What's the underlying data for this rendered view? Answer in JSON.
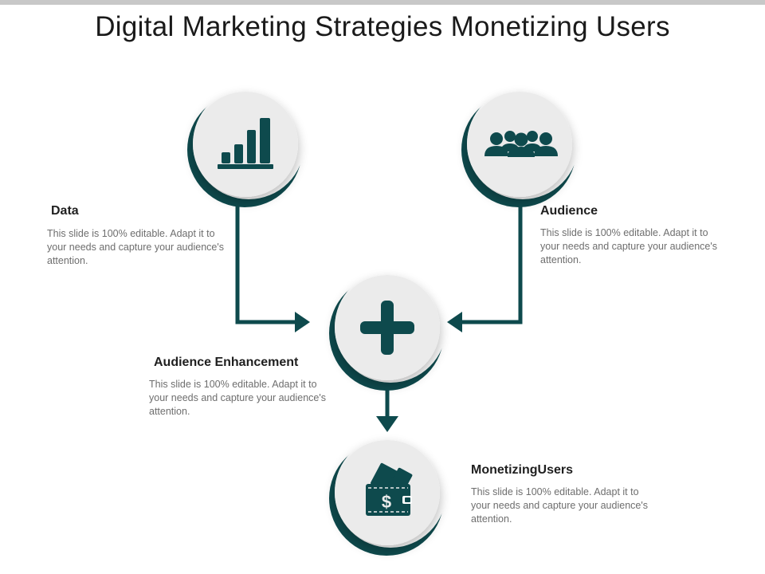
{
  "slide": {
    "title": "Digital Marketing Strategies Monetizing Users"
  },
  "blocks": {
    "data": {
      "heading": "Data",
      "text": "This slide is 100% editable. Adapt it to your needs and capture your audience's attention."
    },
    "audience": {
      "heading": "Audience",
      "text": "This slide is 100% editable. Adapt it to your needs and capture your audience's attention."
    },
    "enhancement": {
      "heading": "Audience Enhancement",
      "text": "This slide is 100% editable. Adapt it to your needs and capture your audience's attention."
    },
    "monetizing": {
      "heading": "MonetizingUsers",
      "text": "This slide is 100% editable. Adapt it to your needs and capture your audience's attention."
    }
  },
  "icons": {
    "data": "bar-chart-icon",
    "audience": "people-group-icon",
    "enhancement": "plus-icon",
    "monetizing": "wallet-dollar-icon"
  },
  "colors": {
    "accent": "#0e4a4d",
    "circle_fill": "#ebebeb",
    "heading_text": "#1f1f1f",
    "body_text": "#6e6e6e"
  }
}
